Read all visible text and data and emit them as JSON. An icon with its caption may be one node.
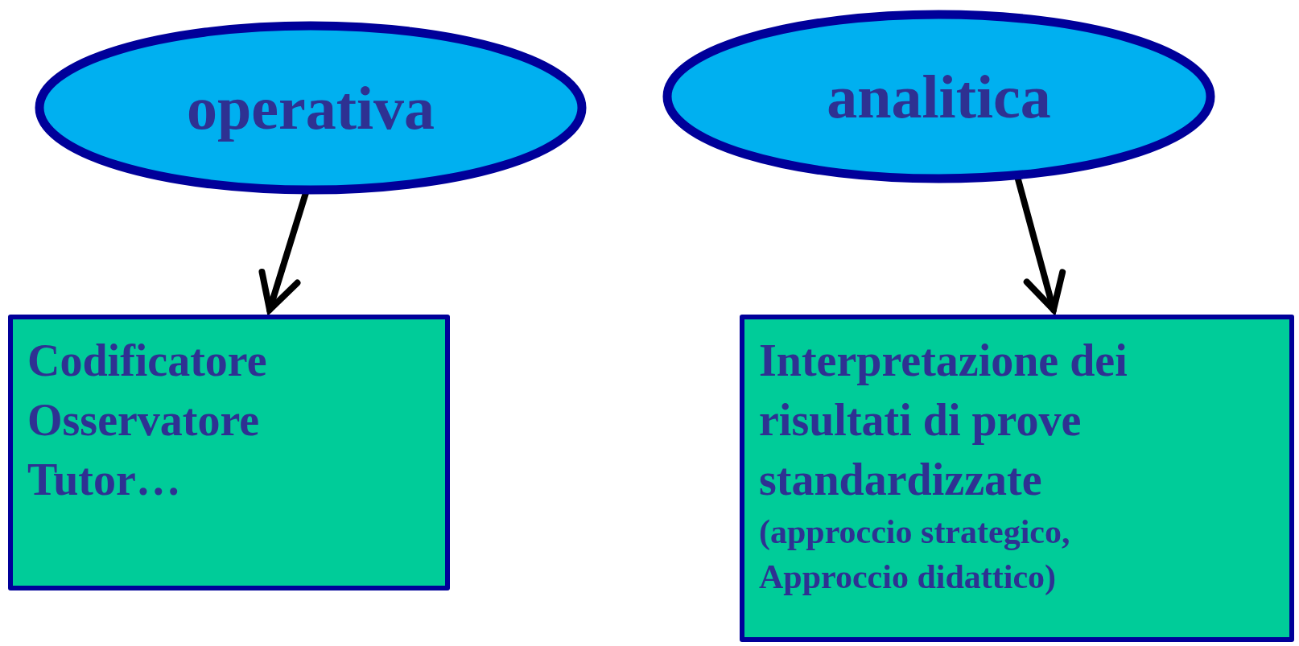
{
  "diagram": {
    "nodes": [
      {
        "text": [
          "operativa"
        ]
      },
      {
        "text": [
          "analitica"
        ]
      },
      {
        "text": [
          "Codificatore",
          "Osservatore",
          "Tutor…"
        ]
      },
      {
        "text": [
          "Interpretazione dei risultati di prove standardizzate",
          "(approccio strategico, Approccio didattico)"
        ]
      }
    ],
    "edges": [
      {
        "from": 0,
        "to": 2,
        "arrow": "to"
      },
      {
        "from": 1,
        "to": 3,
        "arrow": "to"
      }
    ]
  }
}
